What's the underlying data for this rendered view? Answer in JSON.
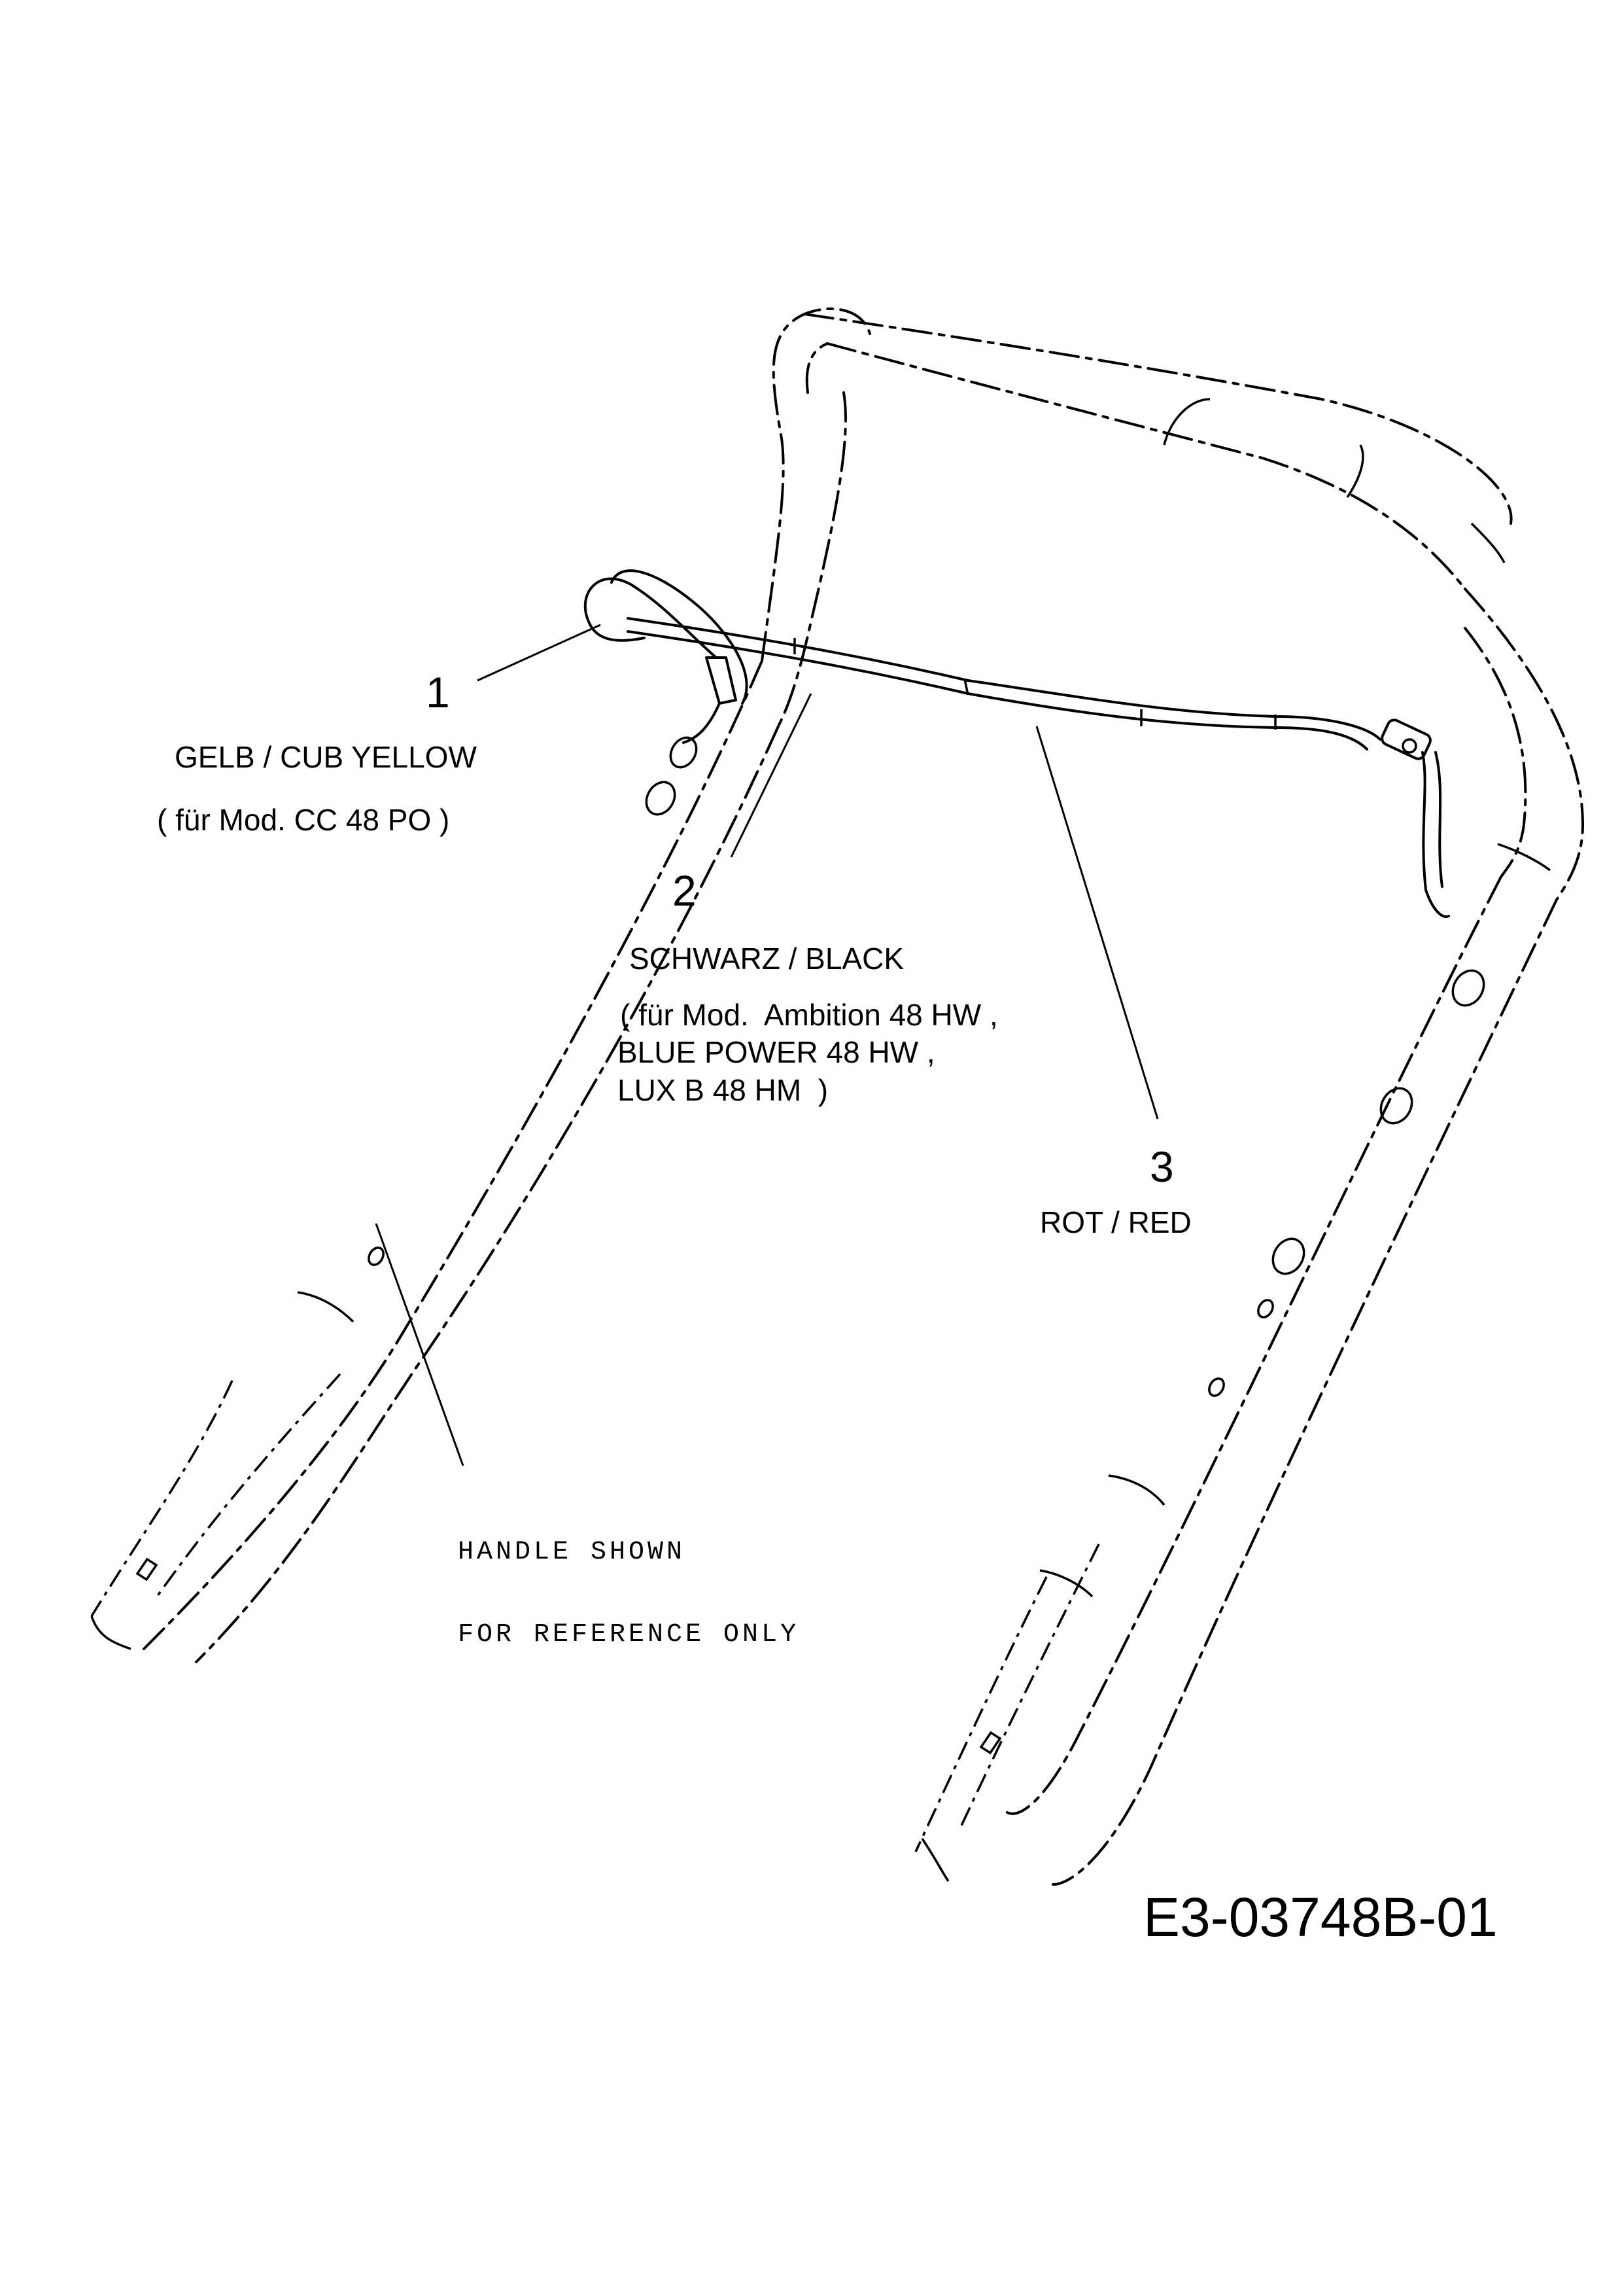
{
  "components": [
    {
      "number": "1",
      "name": "GELB / CUB YELLOW",
      "models": [
        "( für Mod. CC 48 PO )"
      ]
    },
    {
      "number": "2",
      "name": "SCHWARZ / BLACK",
      "models": [
        "( für Mod.  Ambition 48 HW ,",
        "BLUE POWER 48 HW ,",
        "LUX B 48 HM  )"
      ]
    },
    {
      "number": "3",
      "name": "ROT / RED",
      "models": []
    }
  ],
  "reference_note": [
    "HANDLE SHOWN",
    "FOR REFERENCE ONLY"
  ],
  "drawing_code": "E3-03748B-01"
}
